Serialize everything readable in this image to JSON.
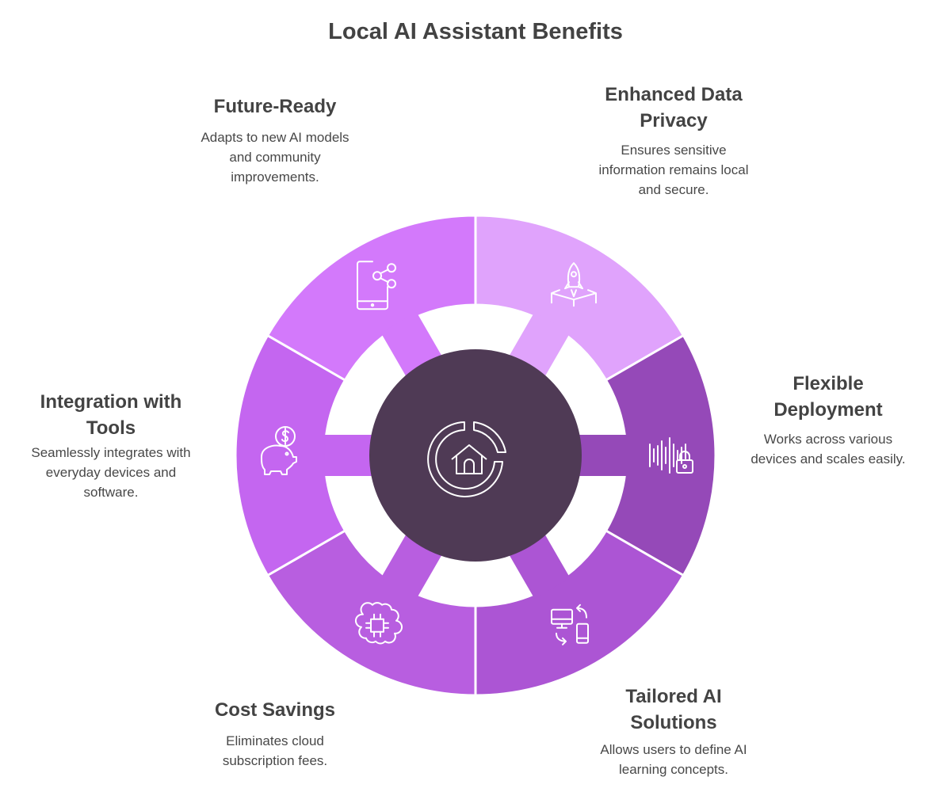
{
  "title": "Local AI Assistant Benefits",
  "center": {
    "icon": "home-cycle-icon",
    "color": "#4f3a55"
  },
  "segments": [
    {
      "id": "future-ready",
      "heading": "Future-Ready",
      "description": "Adapts to new AI models and community improvements.",
      "icon": "rocket-icon",
      "color": "#e0a3fc"
    },
    {
      "id": "data-privacy",
      "heading": "Enhanced Data Privacy",
      "description": "Ensures sensitive information remains local and secure.",
      "icon": "soundwave-lock-icon",
      "color": "#9549b8"
    },
    {
      "id": "flexible-deployment",
      "heading": "Flexible Deployment",
      "description": "Works across various devices and scales easily.",
      "icon": "devices-sync-icon",
      "color": "#ac55d4"
    },
    {
      "id": "tailored-ai",
      "heading": "Tailored AI Solutions",
      "description": "Allows users to define AI learning concepts.",
      "icon": "brain-chip-icon",
      "color": "#b85ee0"
    },
    {
      "id": "cost-savings",
      "heading": "Cost Savings",
      "description": "Eliminates cloud subscription fees.",
      "icon": "piggy-bank-icon",
      "color": "#c466f0"
    },
    {
      "id": "integration-tools",
      "heading": "Integration with Tools",
      "description": "Seamlessly integrates with everyday devices and software.",
      "icon": "phone-share-icon",
      "color": "#d379fb"
    }
  ]
}
